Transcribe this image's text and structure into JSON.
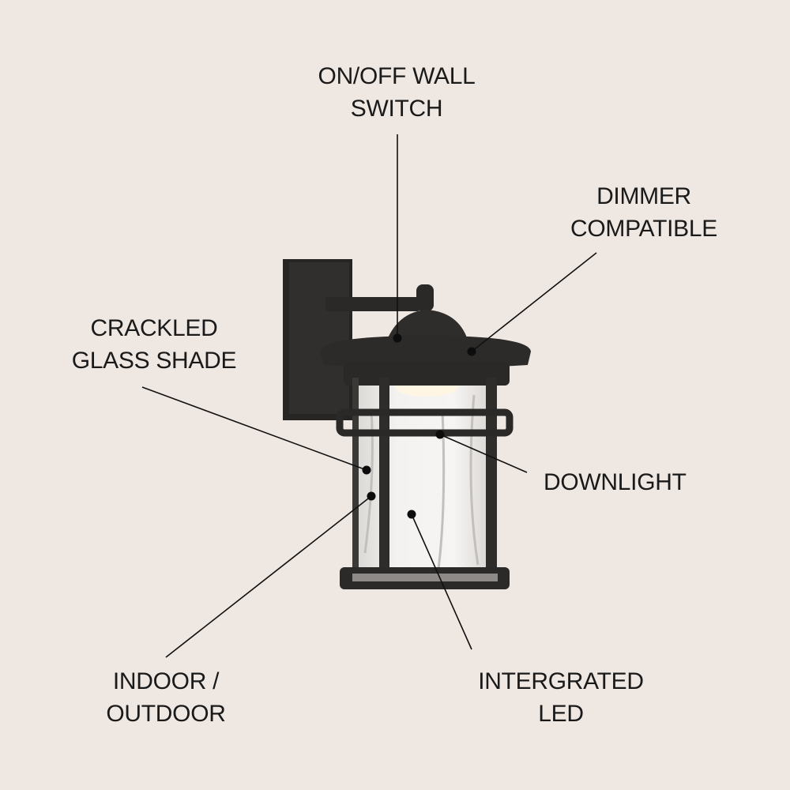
{
  "colors": {
    "background": "#efe7e2",
    "metal": "#2b2a29",
    "line": "#111111"
  },
  "labels": {
    "switch": [
      "ON/OFF WALL",
      "SWITCH"
    ],
    "dimmer": [
      "DIMMER",
      "COMPATIBLE"
    ],
    "crackled": [
      "CRACKLED",
      "GLASS SHADE"
    ],
    "downlight": [
      "DOWNLIGHT"
    ],
    "indoor": [
      "INDOOR /",
      "OUTDOOR"
    ],
    "led": [
      "INTERGRATED",
      "LED"
    ]
  }
}
